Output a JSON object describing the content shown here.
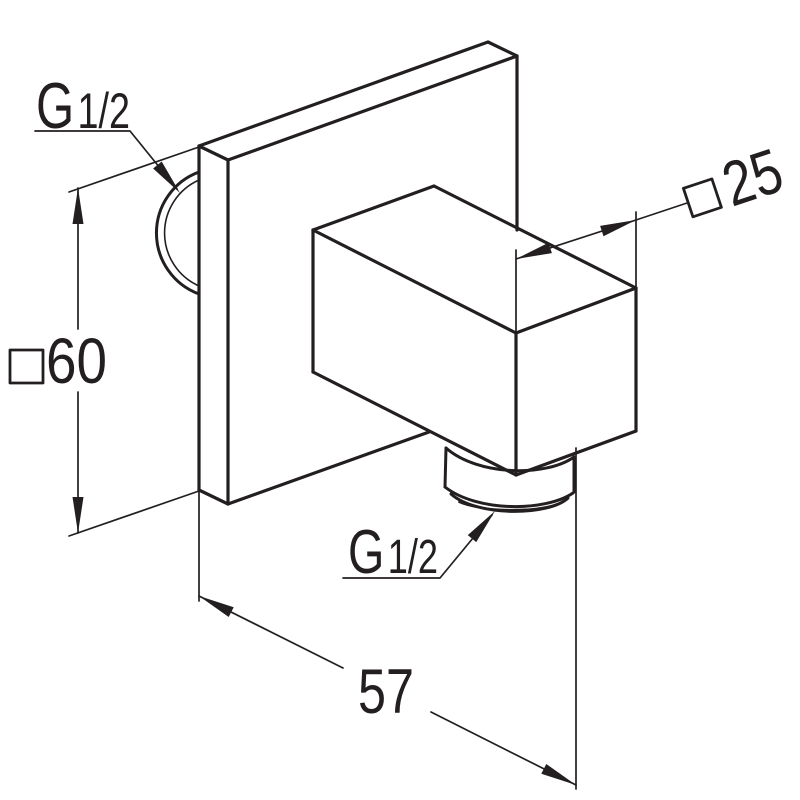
{
  "drawing": {
    "description": "isometric line drawing of a square shower wall outlet elbow",
    "labels": {
      "thread_top": {
        "prefix": "G",
        "fraction": "1/2"
      },
      "thread_bottom": {
        "prefix": "G",
        "fraction": "1/2"
      }
    },
    "dimensions": {
      "plate_size": "60",
      "spout_size": "25",
      "projection": "57"
    },
    "colors": {
      "line": "#231f20",
      "background": "#ffffff"
    }
  }
}
